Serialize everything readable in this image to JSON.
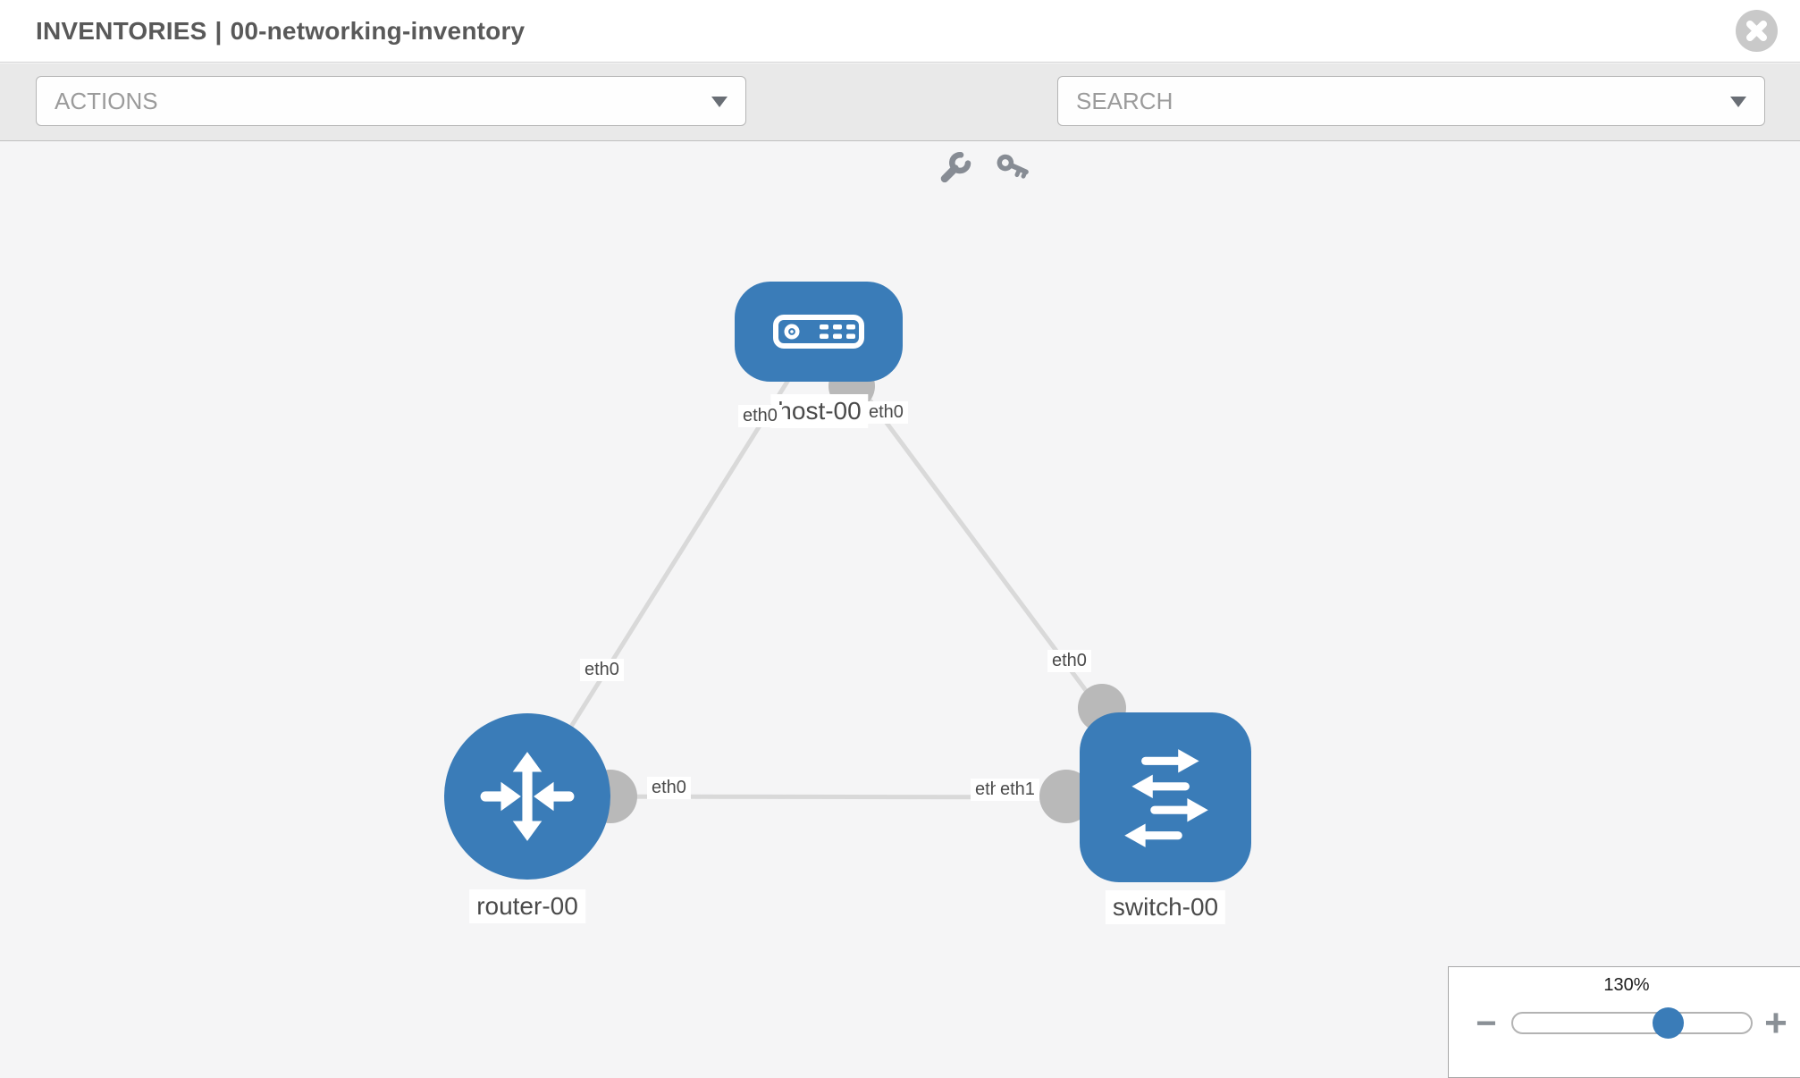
{
  "header": {
    "breadcrumb_section": "INVENTORIES",
    "breadcrumb_separator": "|",
    "breadcrumb_item": "00-networking-inventory",
    "close_icon": "close-circle-icon"
  },
  "toolbar": {
    "actions_label": "ACTIONS",
    "search_label": "SEARCH",
    "icon_buttons": [
      "wrench-icon",
      "key-icon"
    ]
  },
  "topology": {
    "nodes": [
      {
        "label": "host-00",
        "type": "host",
        "icon": "server-icon",
        "shape": "rounded-rect"
      },
      {
        "label": "router-00",
        "type": "router",
        "icon": "router-arrows-icon",
        "shape": "circle"
      },
      {
        "label": "switch-00",
        "type": "switch",
        "icon": "switch-arrows-icon",
        "shape": "rounded-square"
      }
    ],
    "links": [
      {
        "from": "host-00",
        "from_interface": "eth0",
        "to": "router-00",
        "to_interface": "eth0"
      },
      {
        "from": "host-00",
        "from_interface": "eth0",
        "to": "switch-00",
        "to_interface": "eth0"
      },
      {
        "from": "router-00",
        "from_interface": "eth0",
        "to": "switch-00",
        "to_interface": "eth1",
        "to_interface_overlapped": "eth0"
      }
    ]
  },
  "zoom_control": {
    "level_label": "130%",
    "percent": 130,
    "minus_label": "−",
    "plus_label": "+"
  },
  "colors": {
    "node_blue": "#3a7cb8",
    "link_gray": "#d9d9d9",
    "dot_gray": "#b9b9b9",
    "canvas_bg": "#f5f5f6",
    "toolbar_bg": "#e9e9e9"
  }
}
